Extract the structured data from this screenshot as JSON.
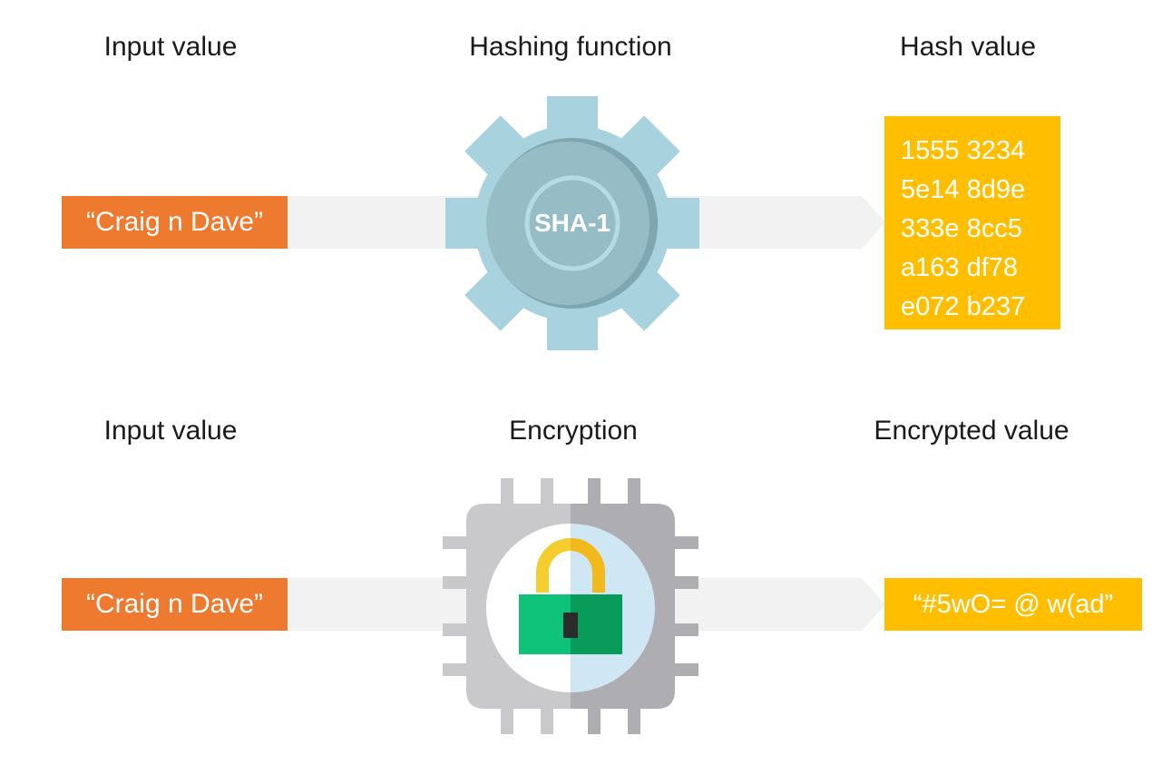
{
  "hashing_row": {
    "input_heading": "Input value",
    "process_heading": "Hashing function",
    "output_heading": "Hash value",
    "input_value": "“Craig n Dave”",
    "algorithm_label": "SHA-1",
    "hash_lines": [
      "1555 3234",
      "5e14 8d9e",
      "333e 8cc5",
      "a163 df78",
      "e072 b237"
    ]
  },
  "encryption_row": {
    "input_heading": "Input value",
    "process_heading": "Encryption",
    "output_heading": "Encrypted value",
    "input_value": "“Craig n Dave”",
    "encrypted_value": "“#5wO= @ w(ad”"
  },
  "colors": {
    "input_box": "#ee7a30",
    "output_box": "#ffbf00",
    "arrow_band": "#f2f2f2",
    "gear_light": "#a8d3de",
    "gear_dark": "#8db5c0",
    "chip_light": "#c9c9cb",
    "chip_dark": "#aeaeb2",
    "lock_body": "#0ec27a",
    "lock_shackle": "#f6cd2f"
  },
  "icons": {
    "process_1": "gear-icon",
    "process_2": "chip-lock-icon"
  }
}
